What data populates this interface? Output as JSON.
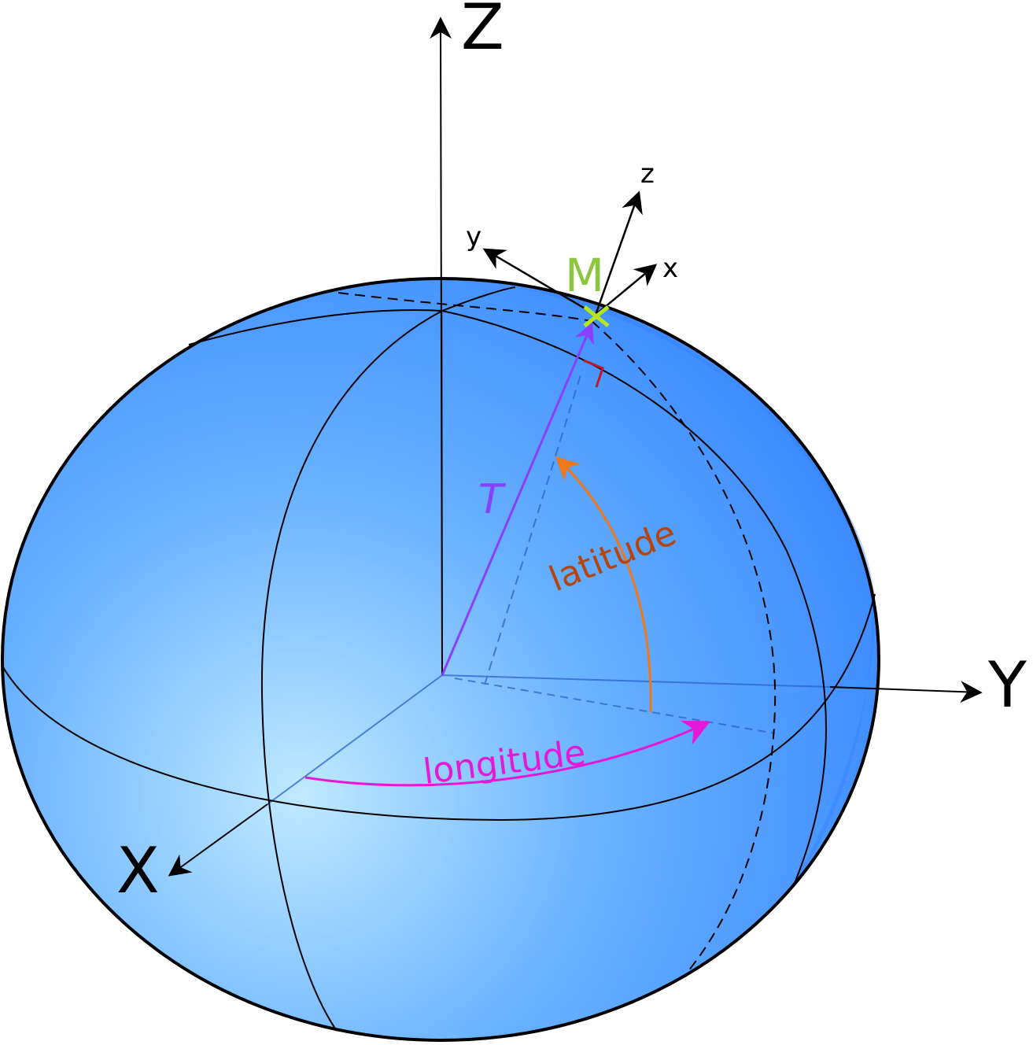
{
  "figure": {
    "axes": {
      "Z": "Z",
      "Y": "Y",
      "X": "X"
    },
    "local_axes": {
      "z": "z",
      "y": "y",
      "x": "x"
    },
    "point": {
      "label": "M"
    },
    "vector": {
      "label": "T"
    },
    "angles": {
      "latitude": "latitude",
      "longitude": "longitude"
    }
  },
  "colors": {
    "sphere_light": "#bfe9ff",
    "sphere_mid": "#66b0ff",
    "sphere_dark": "#2f7fff",
    "point": "#8cc63f",
    "vector": "#8a3ffc",
    "latitude_arrow": "#f07818",
    "latitude_text": "#b5450b",
    "longitude": "#e618d8",
    "right_angle": "#c0182a",
    "line": "#000000"
  }
}
